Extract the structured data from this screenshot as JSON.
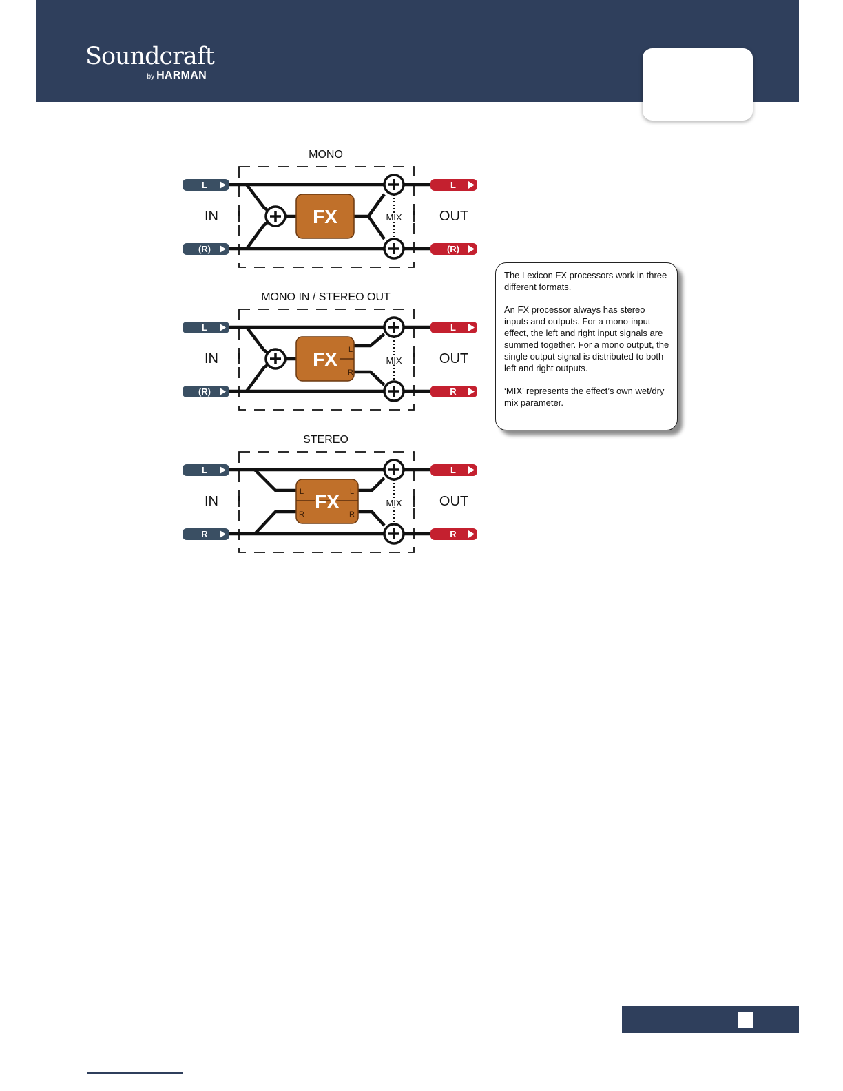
{
  "header": {
    "brand_name": "Soundcraft",
    "brand_by": "by",
    "brand_maker": "HARMAN"
  },
  "diagrams": [
    {
      "title": "MONO",
      "in_label": "IN",
      "out_label": "OUT",
      "mix_label": "MIX",
      "fx_label": "FX",
      "input_top": "L",
      "input_bottom": "(R)",
      "output_top": "L",
      "output_bottom": "(R)"
    },
    {
      "title": "MONO IN / STEREO OUT",
      "in_label": "IN",
      "out_label": "OUT",
      "mix_label": "MIX",
      "fx_label": "FX",
      "fx_port_out_top": "L",
      "fx_port_out_bottom": "R",
      "input_top": "L",
      "input_bottom": "(R)",
      "output_top": "L",
      "output_bottom": "R"
    },
    {
      "title": "STEREO",
      "in_label": "IN",
      "out_label": "OUT",
      "mix_label": "MIX",
      "fx_label": "FX",
      "fx_port_in_top": "L",
      "fx_port_in_bottom": "R",
      "fx_port_out_top": "L",
      "fx_port_out_bottom": "R",
      "input_top": "L",
      "input_bottom": "R",
      "output_top": "L",
      "output_bottom": "R"
    }
  ],
  "callout": {
    "paragraph1": "The Lexicon FX processors work in three different formats.",
    "paragraph2": "An FX processor always has stereo inputs and outputs. For a mono-input effect, the left and right input signals are summed together. For a mono output, the single output signal is distributed to both left and right outputs.",
    "paragraph3": "‘MIX’ represents the effect’s own wet/dry mix parameter."
  },
  "colors": {
    "header_bg": "#2f3f5c",
    "input_tag": "#3a4f63",
    "output_tag": "#c4202f",
    "fx_block": "#c0702a"
  }
}
